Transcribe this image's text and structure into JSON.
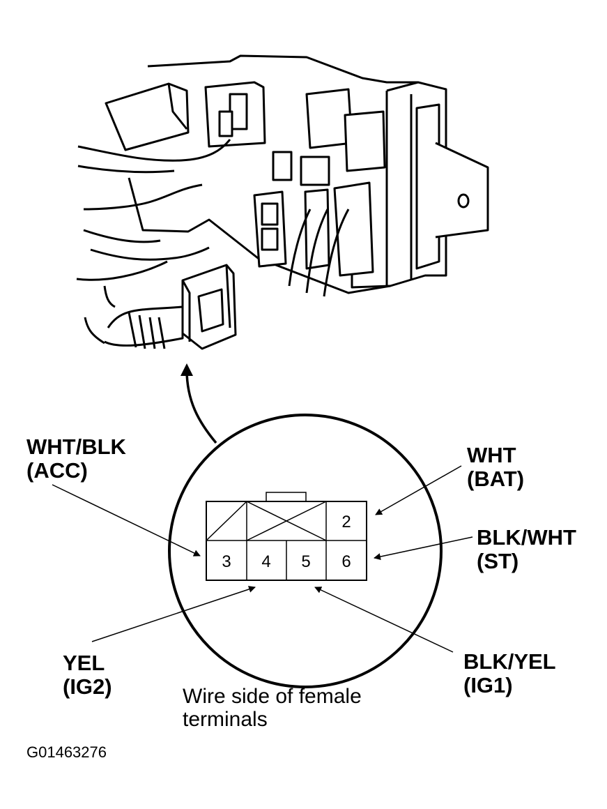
{
  "labels": {
    "wht_blk": {
      "wire": "WHT/BLK",
      "circuit": "(ACC)"
    },
    "wht": {
      "wire": "WHT",
      "circuit": "(BAT)"
    },
    "blk_wht": {
      "wire": "BLK/WHT",
      "circuit": "(ST)"
    },
    "yel": {
      "wire": "YEL",
      "circuit": "(IG2)"
    },
    "blk_yel": {
      "wire": "BLK/YEL",
      "circuit": "(IG1)"
    }
  },
  "connector": {
    "pins": [
      "2",
      "3",
      "4",
      "5",
      "6"
    ]
  },
  "caption": {
    "line1": "Wire side of female",
    "line2": "terminals"
  },
  "figure_id": "G01463276"
}
